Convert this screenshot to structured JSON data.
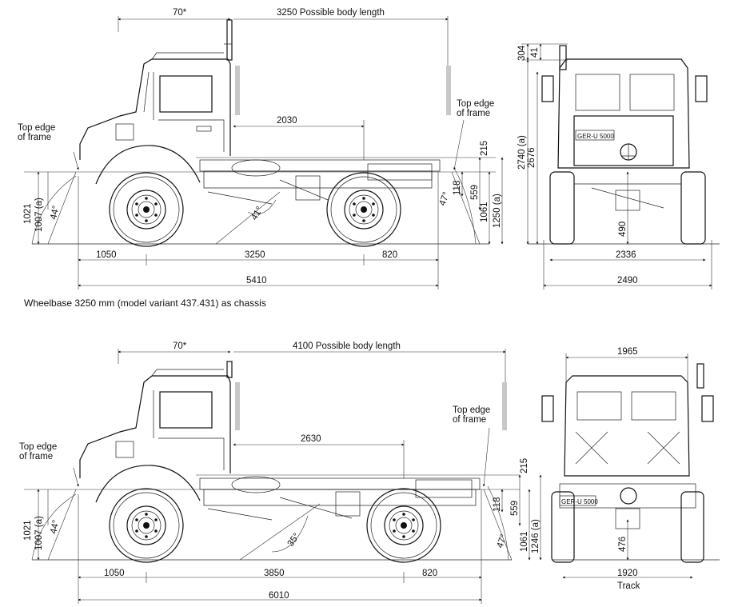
{
  "top": {
    "overhang_top": "70*",
    "body_length": "3250  Possible body length",
    "frame_len": "2030",
    "top_edge_left": [
      "Top edge",
      "of frame"
    ],
    "top_edge_right": [
      "Top edge",
      "of frame"
    ],
    "h215": "215",
    "h118": "118",
    "h559": "559",
    "h1061": "1061",
    "h1250": "1250 (a)",
    "h1021": "1021",
    "h1007": "1007 (a)",
    "a44": "44°",
    "a41": "41°",
    "a47": "47°",
    "d1050": "1050",
    "d3250": "3250",
    "d820": "820",
    "d5410": "5410",
    "f304": "304",
    "f41": "41",
    "f2740": "2740 (a)",
    "f2676": "2676",
    "f490": "490",
    "f2336": "2336",
    "f2490": "2490",
    "plate": "GER-U 5000"
  },
  "caption": "Wheelbase 3250 mm (model variant 437.431) as chassis",
  "bottom": {
    "overhang_top": "70*",
    "body_length": "4100  Possible body length",
    "frame_len": "2630",
    "top_edge_left": [
      "Top edge",
      "of frame"
    ],
    "top_edge_right": [
      "Top edge",
      "of frame"
    ],
    "h215": "215",
    "h118": "118",
    "h559": "559",
    "h1061": "1061",
    "h1246": "1246 (a)",
    "h1021": "1021",
    "h1007": "1007 (a)",
    "a44": "44°",
    "a35": "35°",
    "a47": "47°",
    "d1050": "1050",
    "d3850": "3850",
    "d820": "820",
    "d6010": "6010",
    "f1965": "1965",
    "f476": "476",
    "f1920": "1920",
    "track": "Track",
    "plate": "GER-U 5000"
  }
}
